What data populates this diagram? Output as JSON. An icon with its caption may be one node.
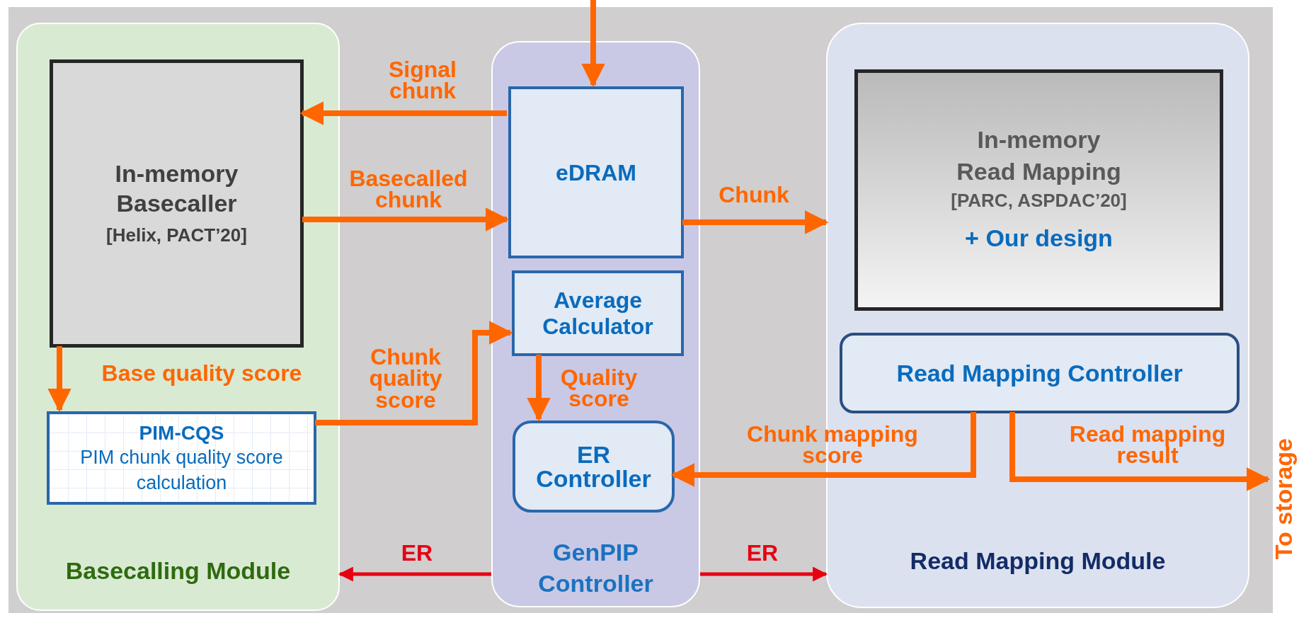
{
  "diagram": {
    "nodes": [
      {
        "text": [
          "Basecalling Module"
        ]
      },
      {
        "text": [
          "In-memory Basecaller",
          "[Helix, PACT’20]"
        ],
        "in": 0
      },
      {
        "text": [
          "PIM-CQS",
          "PIM chunk quality score calculation"
        ],
        "in": 0
      },
      {
        "text": [
          "GenPIP Controller"
        ]
      },
      {
        "text": [
          "eDRAM"
        ],
        "in": 3
      },
      {
        "text": [
          "Average Calculator"
        ],
        "in": 3
      },
      {
        "text": [
          "ER Controller"
        ],
        "in": 3
      },
      {
        "text": [
          "Read Mapping Module"
        ]
      },
      {
        "text": [
          "In-memory Read Mapping",
          "[PARC, ASPDAC’20]",
          "+ Our design"
        ],
        "in": 7
      },
      {
        "text": [
          "Read Mapping Controller"
        ],
        "in": 7
      },
      {
        "text": [
          "To storage"
        ]
      }
    ],
    "edges": [
      {
        "from": null,
        "to": 4,
        "arrow": "to"
      },
      {
        "from": 4,
        "to": 1,
        "arrow": "to",
        "label": "Signal chunk"
      },
      {
        "from": 1,
        "to": 4,
        "arrow": "to",
        "label": "Basecalled chunk"
      },
      {
        "from": 4,
        "to": 7,
        "arrow": "to",
        "label": "Chunk"
      },
      {
        "from": 1,
        "to": 2,
        "arrow": "to",
        "label": "Base quality score"
      },
      {
        "from": 2,
        "to": 5,
        "arrow": "to",
        "label": "Chunk quality score"
      },
      {
        "from": 5,
        "to": 6,
        "arrow": "to",
        "label": "Quality score"
      },
      {
        "from": 9,
        "to": 6,
        "arrow": "to",
        "label": "Chunk mapping score"
      },
      {
        "from": 9,
        "to": 10,
        "arrow": "to",
        "label": "Read mapping result"
      },
      {
        "from": 3,
        "to": 0,
        "arrow": "to",
        "label": "ER",
        "color": "#e60012"
      },
      {
        "from": 3,
        "to": 7,
        "arrow": "to",
        "label": "ER",
        "color": "#e60012"
      }
    ]
  }
}
